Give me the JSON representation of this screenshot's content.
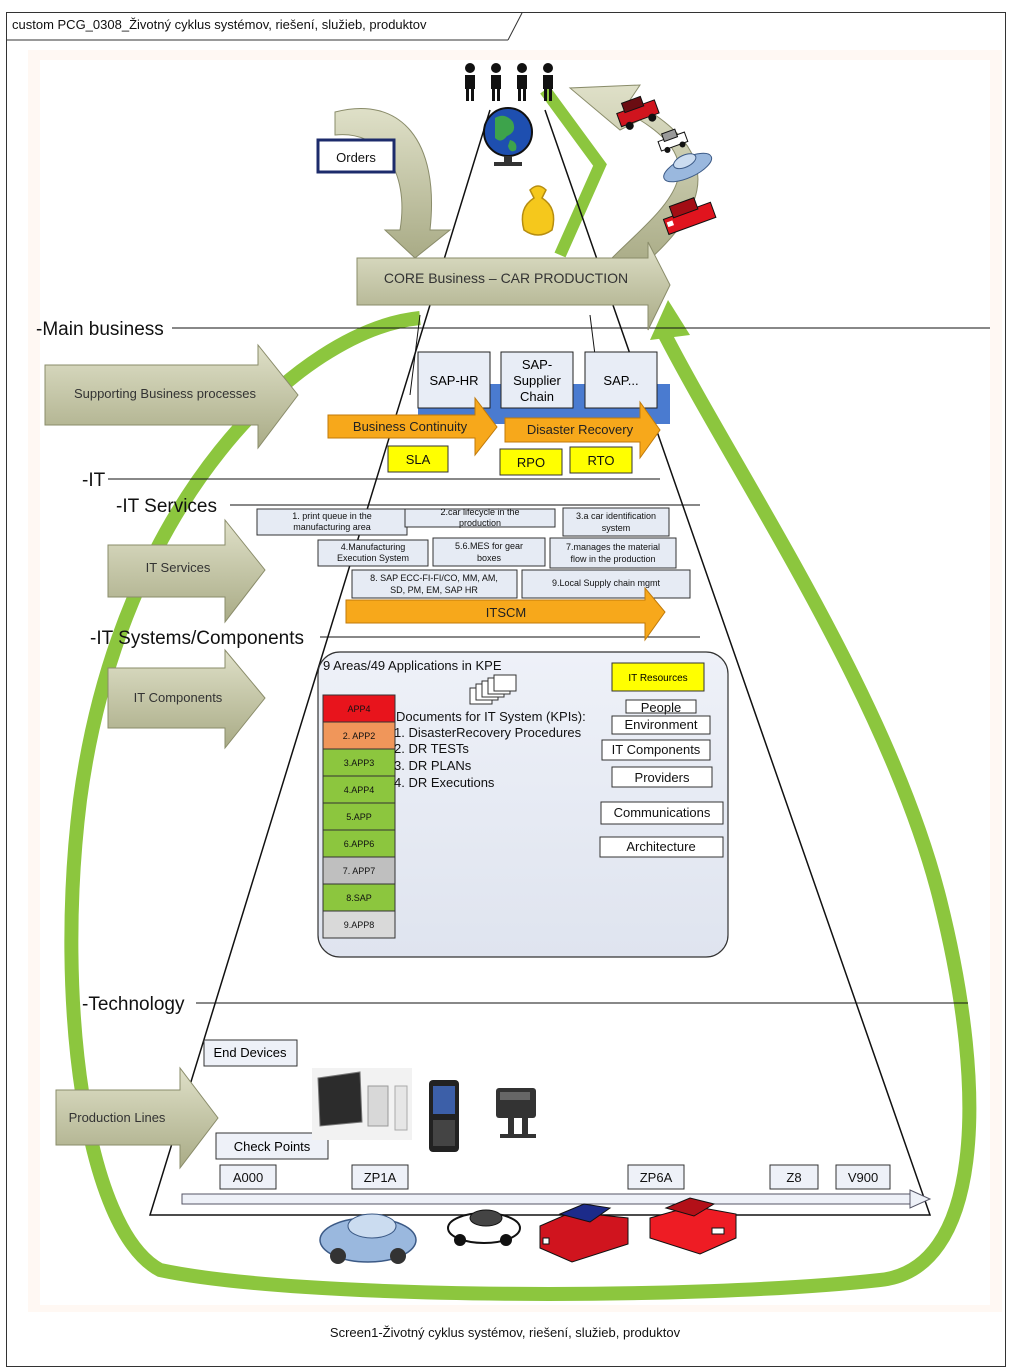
{
  "header": {
    "title": "custom PCG_0308_Životný cyklus systémov, riešení, služieb, produktov"
  },
  "caption": "Screen1-Životný cyklus systémov, riešení, služieb, produktov",
  "top": {
    "orders": "Orders",
    "core": "CORE Business – CAR PRODUCTION"
  },
  "layers": {
    "main_business": "Main business",
    "it": "IT",
    "it_services": "IT Services",
    "it_systems": "IT Systems/Components",
    "technology": "Technology"
  },
  "side_arrows": {
    "supporting": "Supporting Business processes",
    "it_services": "IT Services",
    "it_components": "IT Components",
    "production_lines": "Production Lines"
  },
  "sap": {
    "hr": "SAP-HR",
    "supplier": [
      "SAP-",
      "Supplier",
      "Chain"
    ],
    "other": "SAP..."
  },
  "continuity": {
    "bc": "Business Continuity",
    "dr": "Disaster Recovery",
    "sla": "SLA",
    "rpo": "RPO",
    "rto": "RTO"
  },
  "services": {
    "s1": [
      "1. print queue in the",
      "manufacturing area"
    ],
    "s2": [
      "2.car lifecycle in the",
      "production"
    ],
    "s3": [
      "3.a car identification",
      "system"
    ],
    "s4": [
      "4.Manufacturing",
      "Execution System"
    ],
    "s5": [
      "5.6.MES for gear",
      "boxes"
    ],
    "s7": [
      "7.manages the material",
      "flow in the production"
    ],
    "s8": [
      "8. SAP ECC-FI-FI/CO, MM, AM,",
      "SD, PM, EM, SAP HR"
    ],
    "s9": "9.Local Supply chain mgmt",
    "itscm": "ITSCM"
  },
  "kpe": {
    "title": "9 Areas/49 Applications in KPE",
    "apps": [
      "APP4",
      "2. APP2",
      "3.APP3",
      "4.APP4",
      "5.APP",
      "6.APP6",
      "7. APP7",
      "8.SAP",
      "9.APP8"
    ],
    "doc_title": "Documents for IT System (KPIs):",
    "docs": [
      "1. DisasterRecovery Procedures",
      "2. DR TESTs",
      "3. DR PLANs",
      "4. DR Executions"
    ],
    "resources_title": "IT Resources",
    "resources": [
      "People",
      "Environment",
      "IT Components",
      "Providers",
      "Communications",
      "Architecture"
    ]
  },
  "tech": {
    "end_devices": "End Devices",
    "check_points": "Check Points",
    "stations": [
      "A000",
      "ZP1A",
      "ZP6A",
      "Z8",
      "V900"
    ]
  }
}
